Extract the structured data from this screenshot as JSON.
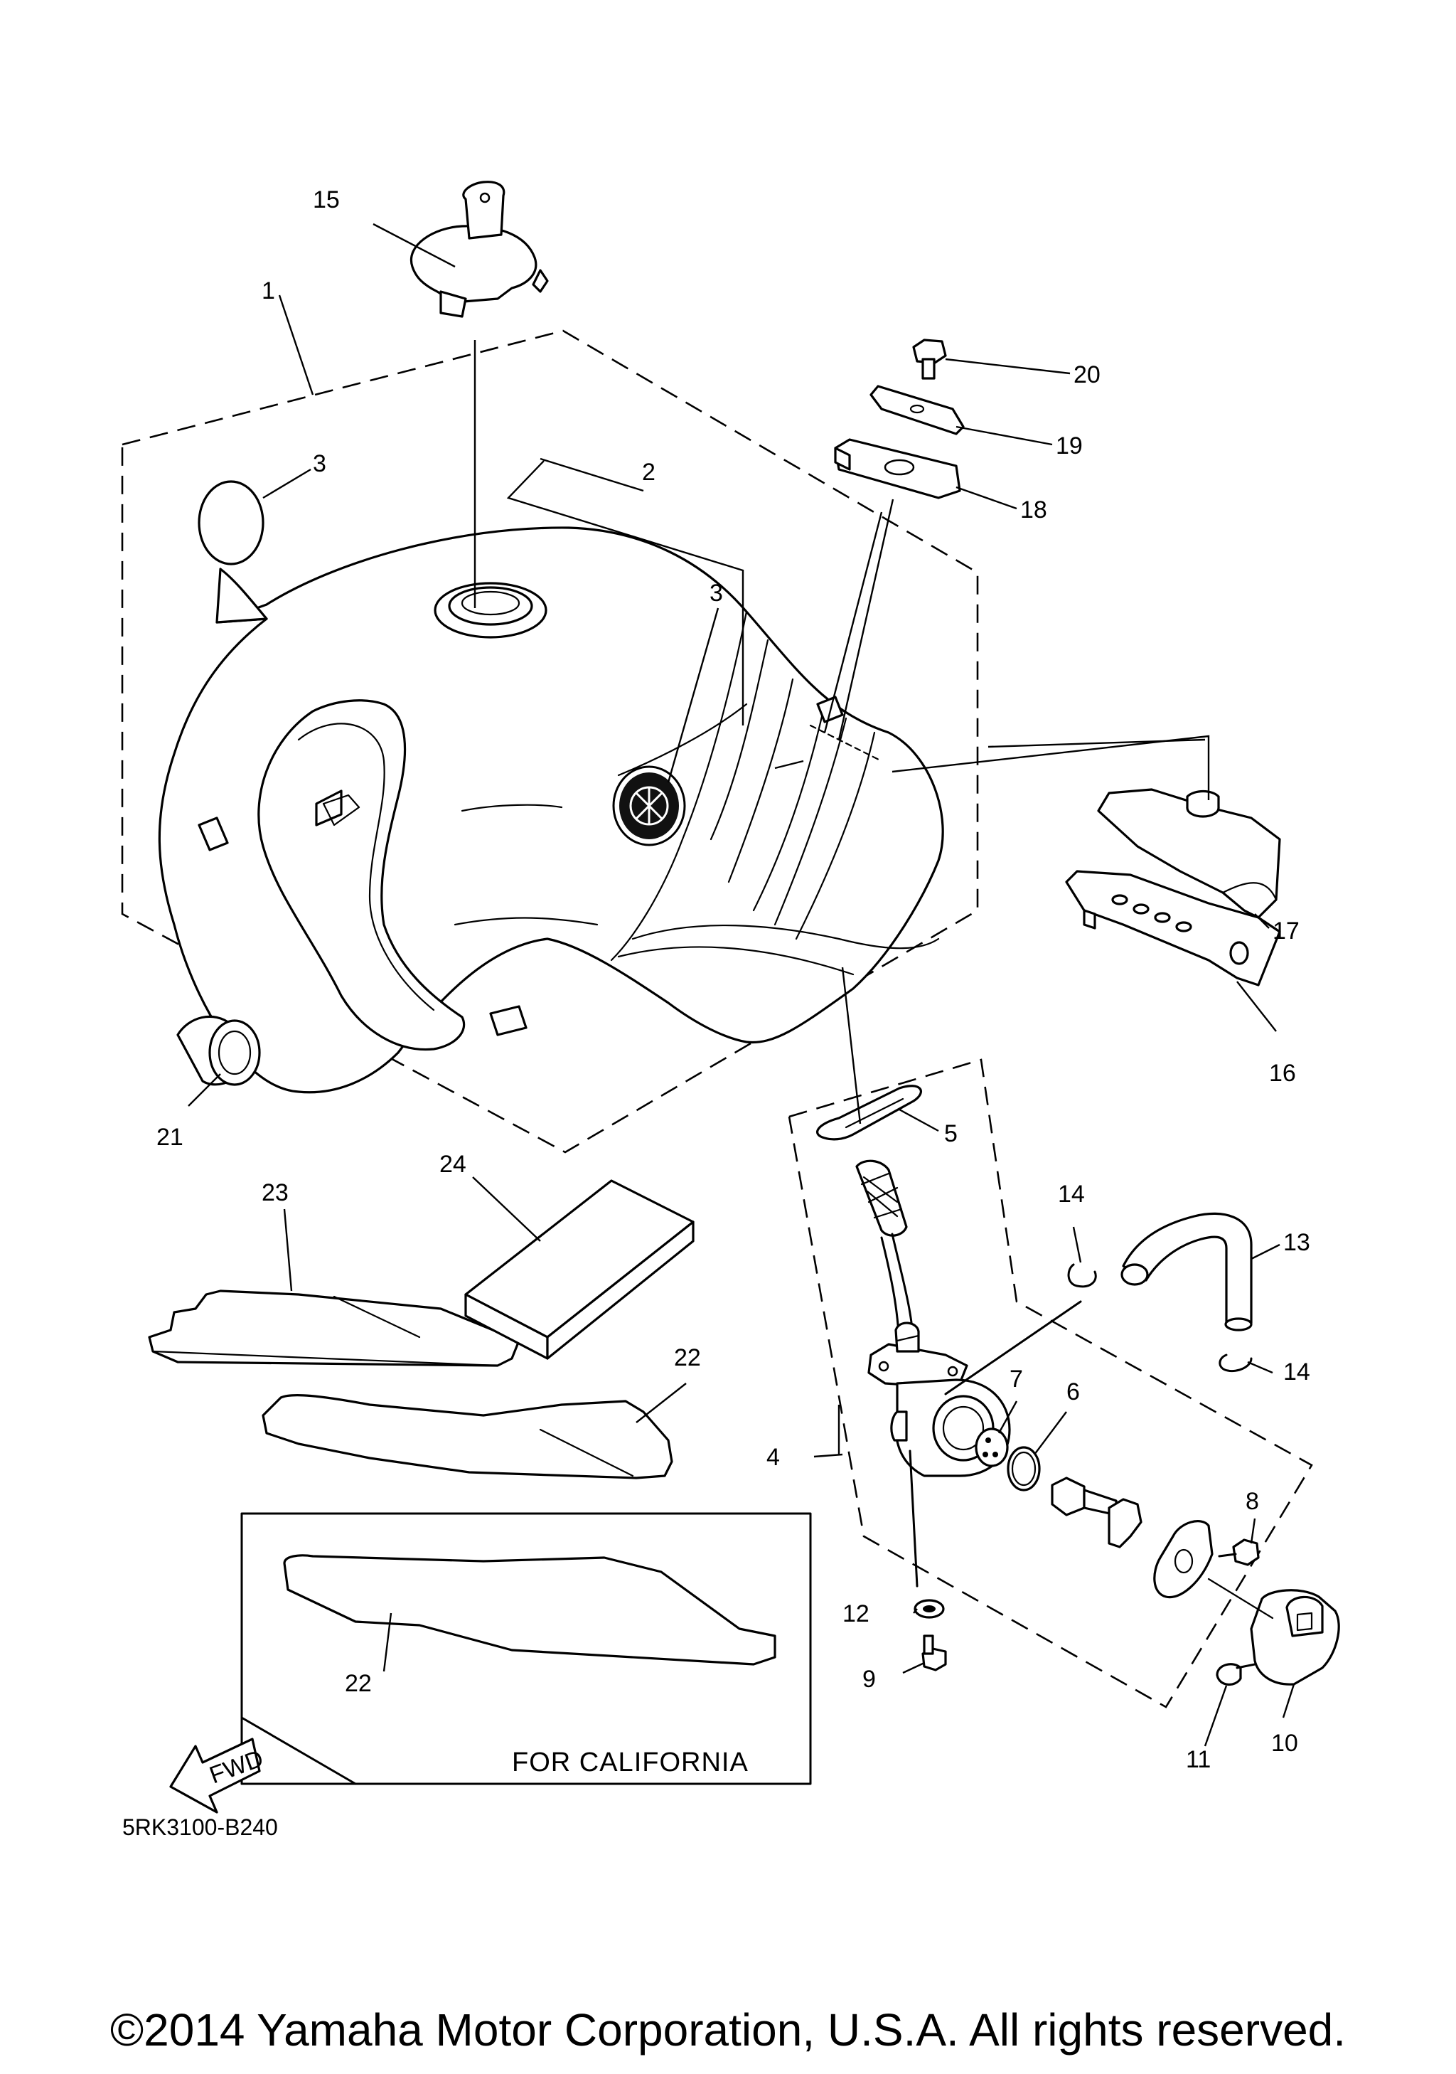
{
  "diagram": {
    "code": "5RK3100-B240",
    "california_label": "FOR CALIFORNIA",
    "fwd_label": "FWD",
    "callouts": {
      "c1": "1",
      "c2": "2",
      "c3a": "3",
      "c3b": "3",
      "c4": "4",
      "c5": "5",
      "c6": "6",
      "c7": "7",
      "c8": "8",
      "c9": "9",
      "c10": "10",
      "c11": "11",
      "c12": "12",
      "c13": "13",
      "c14a": "14",
      "c14b": "14",
      "c15": "15",
      "c16": "16",
      "c17": "17",
      "c18": "18",
      "c19": "19",
      "c20": "20",
      "c21": "21",
      "c22a": "22",
      "c22b": "22",
      "c23": "23",
      "c24": "24"
    }
  },
  "footer": {
    "copyright": "©2014 Yamaha Motor Corporation, U.S.A. All rights reserved."
  }
}
